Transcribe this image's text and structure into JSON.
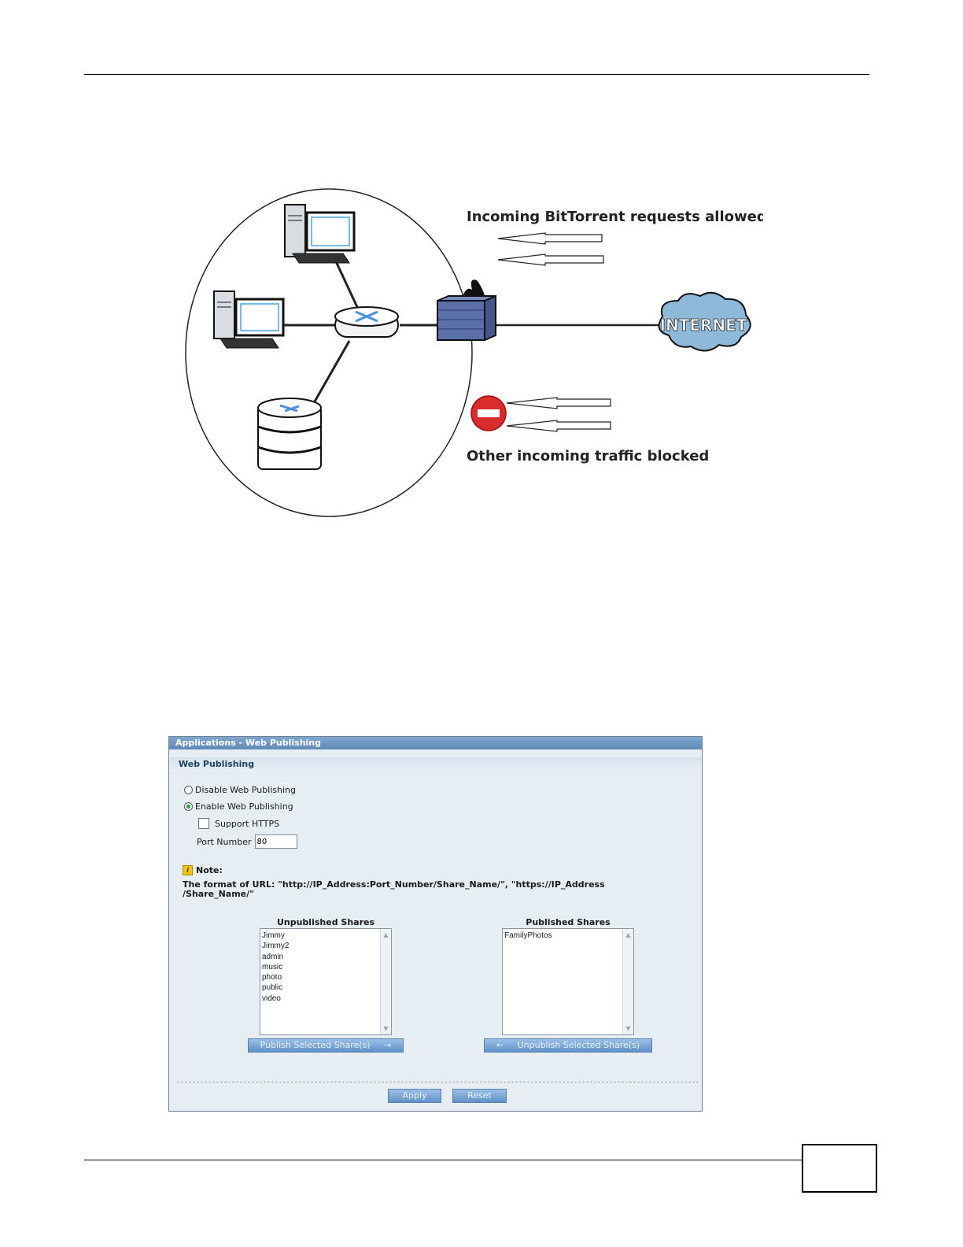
{
  "diagram": {
    "allowed_label": "Incoming BitTorrent requests allowed",
    "blocked_label": "Other incoming traffic blocked",
    "internet_label": "INTERNET"
  },
  "panel": {
    "title": "Applications - Web Publishing",
    "section": "Web Publishing",
    "disable_label": "Disable Web Publishing",
    "enable_label": "Enable Web Publishing",
    "enable_selected": true,
    "https_label": "Support HTTPS",
    "https_checked": false,
    "port_label": "Port Number",
    "port_value": "80",
    "note_label": "Note:",
    "note_line1": "The format of URL: \"http://IP_Address:Port_Number/Share_Name/\", \"https://IP_Address",
    "note_line2": "/Share_Name/\"",
    "unpublished_title": "Unpublished Shares",
    "unpublished": [
      "Jimmy",
      "Jimmy2",
      "admin",
      "music",
      "photo",
      "public",
      "video"
    ],
    "published_title": "Published Shares",
    "published": [
      "FamilyPhotos"
    ],
    "publish_button": "Publish Selected Share(s)",
    "unpublish_button": "Unpublish Selected Share(s)",
    "apply_button": "Apply",
    "reset_button": "Reset"
  }
}
